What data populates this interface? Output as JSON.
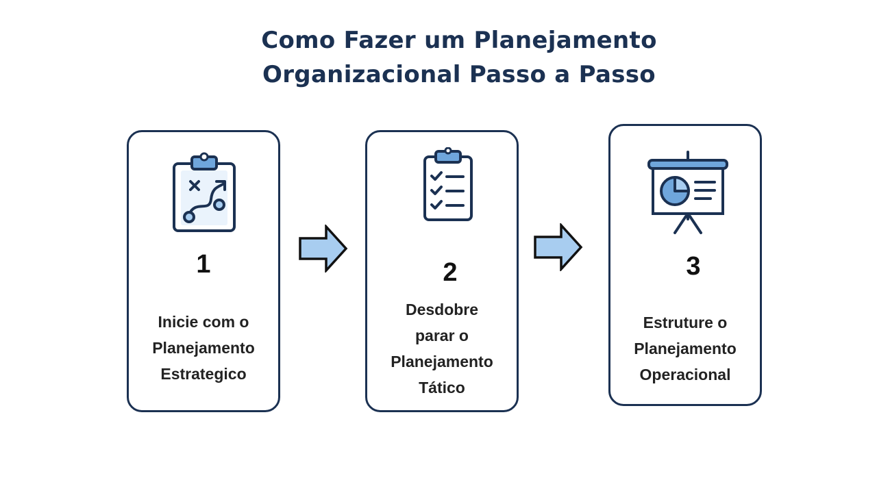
{
  "title": {
    "line1": "Como Fazer um Planejamento",
    "line2": "Organizacional Passo a Passo"
  },
  "steps": [
    {
      "number": "1",
      "lines": [
        "Inicie com o",
        "Planejamento",
        "Estrategico"
      ],
      "icon": "clipboard-strategy-icon"
    },
    {
      "number": "2",
      "lines": [
        "Desdobre",
        "parar o",
        "Planejamento",
        "Tático"
      ],
      "icon": "clipboard-checklist-icon"
    },
    {
      "number": "3",
      "lines": [
        "Estruture o",
        "Planejamento",
        "Operacional"
      ],
      "icon": "presentation-board-icon"
    }
  ],
  "colors": {
    "navy": "#1b3152",
    "light_blue": "#a8cdf0",
    "mid_blue": "#6fa6dc"
  }
}
